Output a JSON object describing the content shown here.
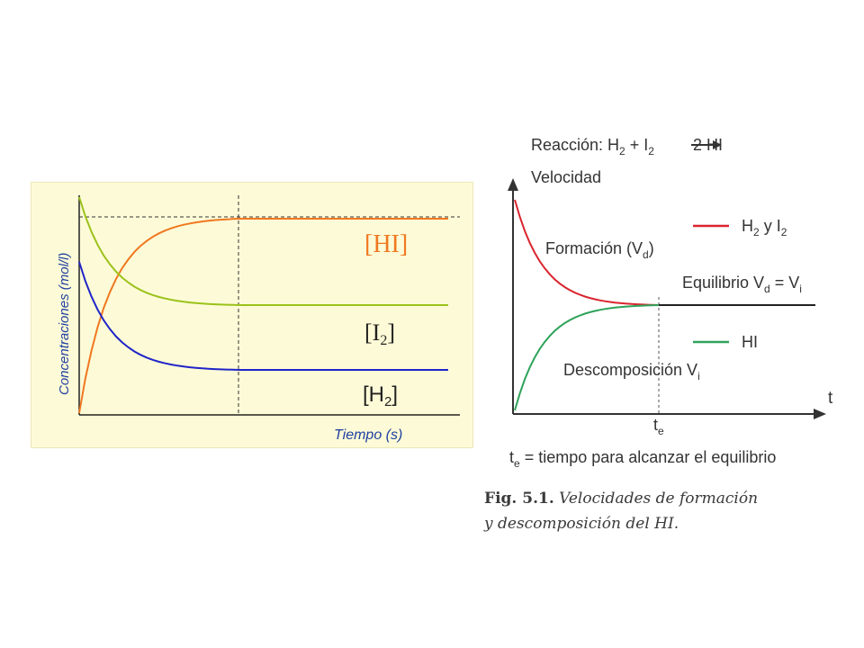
{
  "chart_data": [
    {
      "type": "line",
      "ylabel": "Concentraciones (mol/l)",
      "xlabel": "Tiempo (s)",
      "grid": false,
      "series": [
        {
          "name": "[HI]",
          "color": "#f07820",
          "shape": "rise",
          "start": 0.0,
          "end": 0.9
        },
        {
          "name": "[I2]",
          "color": "#9bc21a",
          "shape": "decay",
          "start": 1.0,
          "end": 0.5
        },
        {
          "name": "[H2]",
          "color": "#1f24c8",
          "shape": "decay",
          "start": 0.7,
          "end": 0.2
        }
      ],
      "labels": {
        "hi": "[HI]",
        "i2_pre": "[I",
        "i2_sub": "2",
        "i2_post": "]",
        "h2_pre": "[H",
        "h2_sub": "2",
        "h2_post": "]"
      }
    },
    {
      "type": "line",
      "reaction": {
        "prefix": "Reacción: H",
        "s1": "2",
        "plus": " + I",
        "s2": "2",
        "product": " 2 HI"
      },
      "ylabel": "Velocidad",
      "xlabel": "t",
      "xtick": {
        "base": "t",
        "sub": "e"
      },
      "legend": [
        {
          "base": "H",
          "s1": "2",
          "mid": " y I",
          "s2": "2",
          "color": "#d9252e"
        },
        {
          "base": "HI",
          "color": "#2ea35a"
        }
      ],
      "annotations": {
        "formation": {
          "base": "Formación (V",
          "sub": "d",
          "end": ")"
        },
        "equilibrium": {
          "base": "Equilibrio V",
          "s1": "d",
          "mid": " = V",
          "s2": "i"
        },
        "decomposition": {
          "base": "Descomposición V",
          "sub": "i"
        },
        "te_def": {
          "base": "t",
          "sub": "e",
          "rest": " = tiempo para alcanzar el equilibrio"
        }
      },
      "series": [
        {
          "name": "H2 y I2",
          "color": "#d9252e",
          "shape": "decay",
          "start": 1.0,
          "end": 0.5
        },
        {
          "name": "HI",
          "color": "#2ea35a",
          "shape": "rise",
          "start": 0.0,
          "end": 0.5
        },
        {
          "name": "Equilibrio",
          "color": "#222222",
          "shape": "flat",
          "value": 0.5
        }
      ]
    }
  ],
  "caption": {
    "fig": "Fig. 5.1.",
    "line1": " Velocidades de formación",
    "line2": "y descomposición del HI."
  }
}
